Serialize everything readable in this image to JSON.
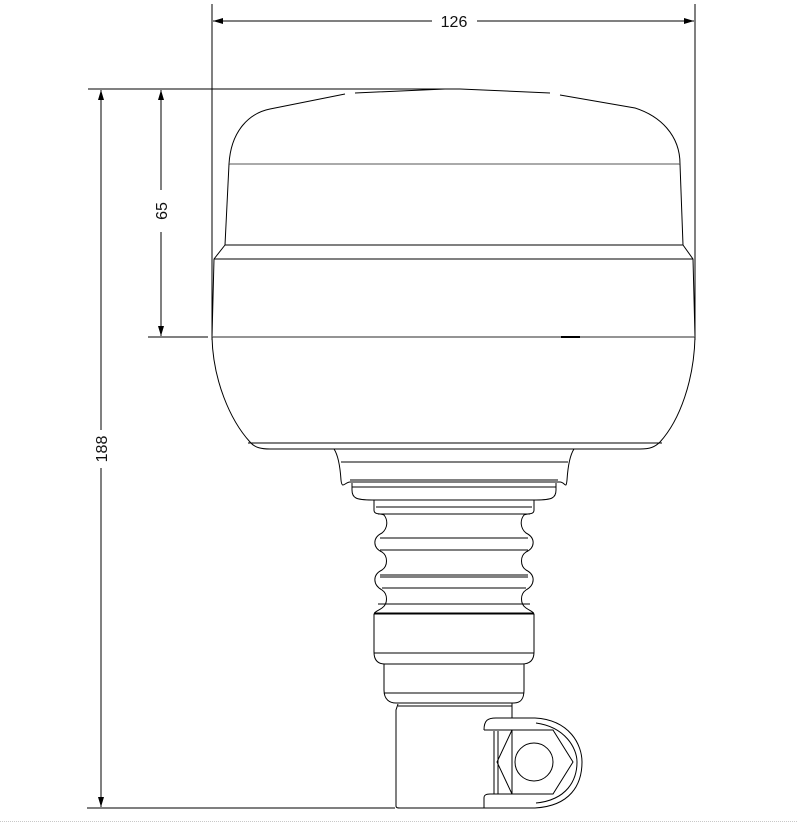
{
  "drawing": {
    "subject": "Flexible-mount rotating beacon lamp, side elevation",
    "line_color": "#000000",
    "background_color": "#ffffff",
    "units": "mm"
  },
  "dimensions": {
    "width": {
      "label": "126",
      "orientation": "horizontal",
      "description": "Overall lens width"
    },
    "lens_height": {
      "label": "65",
      "orientation": "vertical",
      "description": "Lens dome height"
    },
    "total_height": {
      "label": "188",
      "orientation": "vertical",
      "description": "Overall height"
    }
  },
  "parts": [
    {
      "name": "lens-dome"
    },
    {
      "name": "lens-body"
    },
    {
      "name": "base-collar"
    },
    {
      "name": "flexible-bellows"
    },
    {
      "name": "mounting-stem"
    },
    {
      "name": "clamp-bracket"
    },
    {
      "name": "hex-nut"
    }
  ]
}
